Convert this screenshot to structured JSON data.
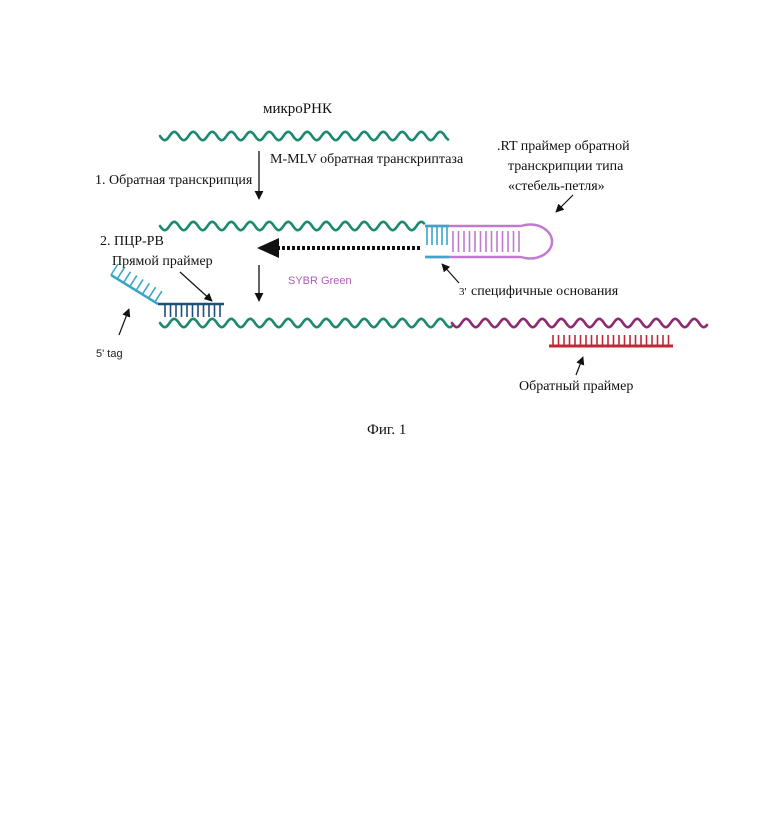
{
  "labels": {
    "mirna": "микроРНК",
    "step1": "1. Обратная транскрипция",
    "enzyme": "M-MLV обратная транскриптаза",
    "rt_primer_line1": ".RT праймер обратной",
    "rt_primer_line2": "транскрипции типа",
    "rt_primer_line3": "«стебель-петля»",
    "step2": "2. ПЦР-РВ",
    "forward_primer": "Прямой праймер",
    "sybr": "SYBR Green",
    "specific_bases": "специфичные основания",
    "three_prime": "3'",
    "five_tag": "5' tag",
    "reverse_primer": "Обратный праймер",
    "caption": "Фиг. 1"
  },
  "colors": {
    "teal": "#1b8a6f",
    "magenta": "#8e2a73",
    "light_purple": "#c27ad0",
    "cyan": "#3aa7c9",
    "blue": "#1f6e9a",
    "dark_blue": "#1c4f7a",
    "red": "#c0283a",
    "sybr_text": "#b25bb8",
    "black": "#111111"
  }
}
